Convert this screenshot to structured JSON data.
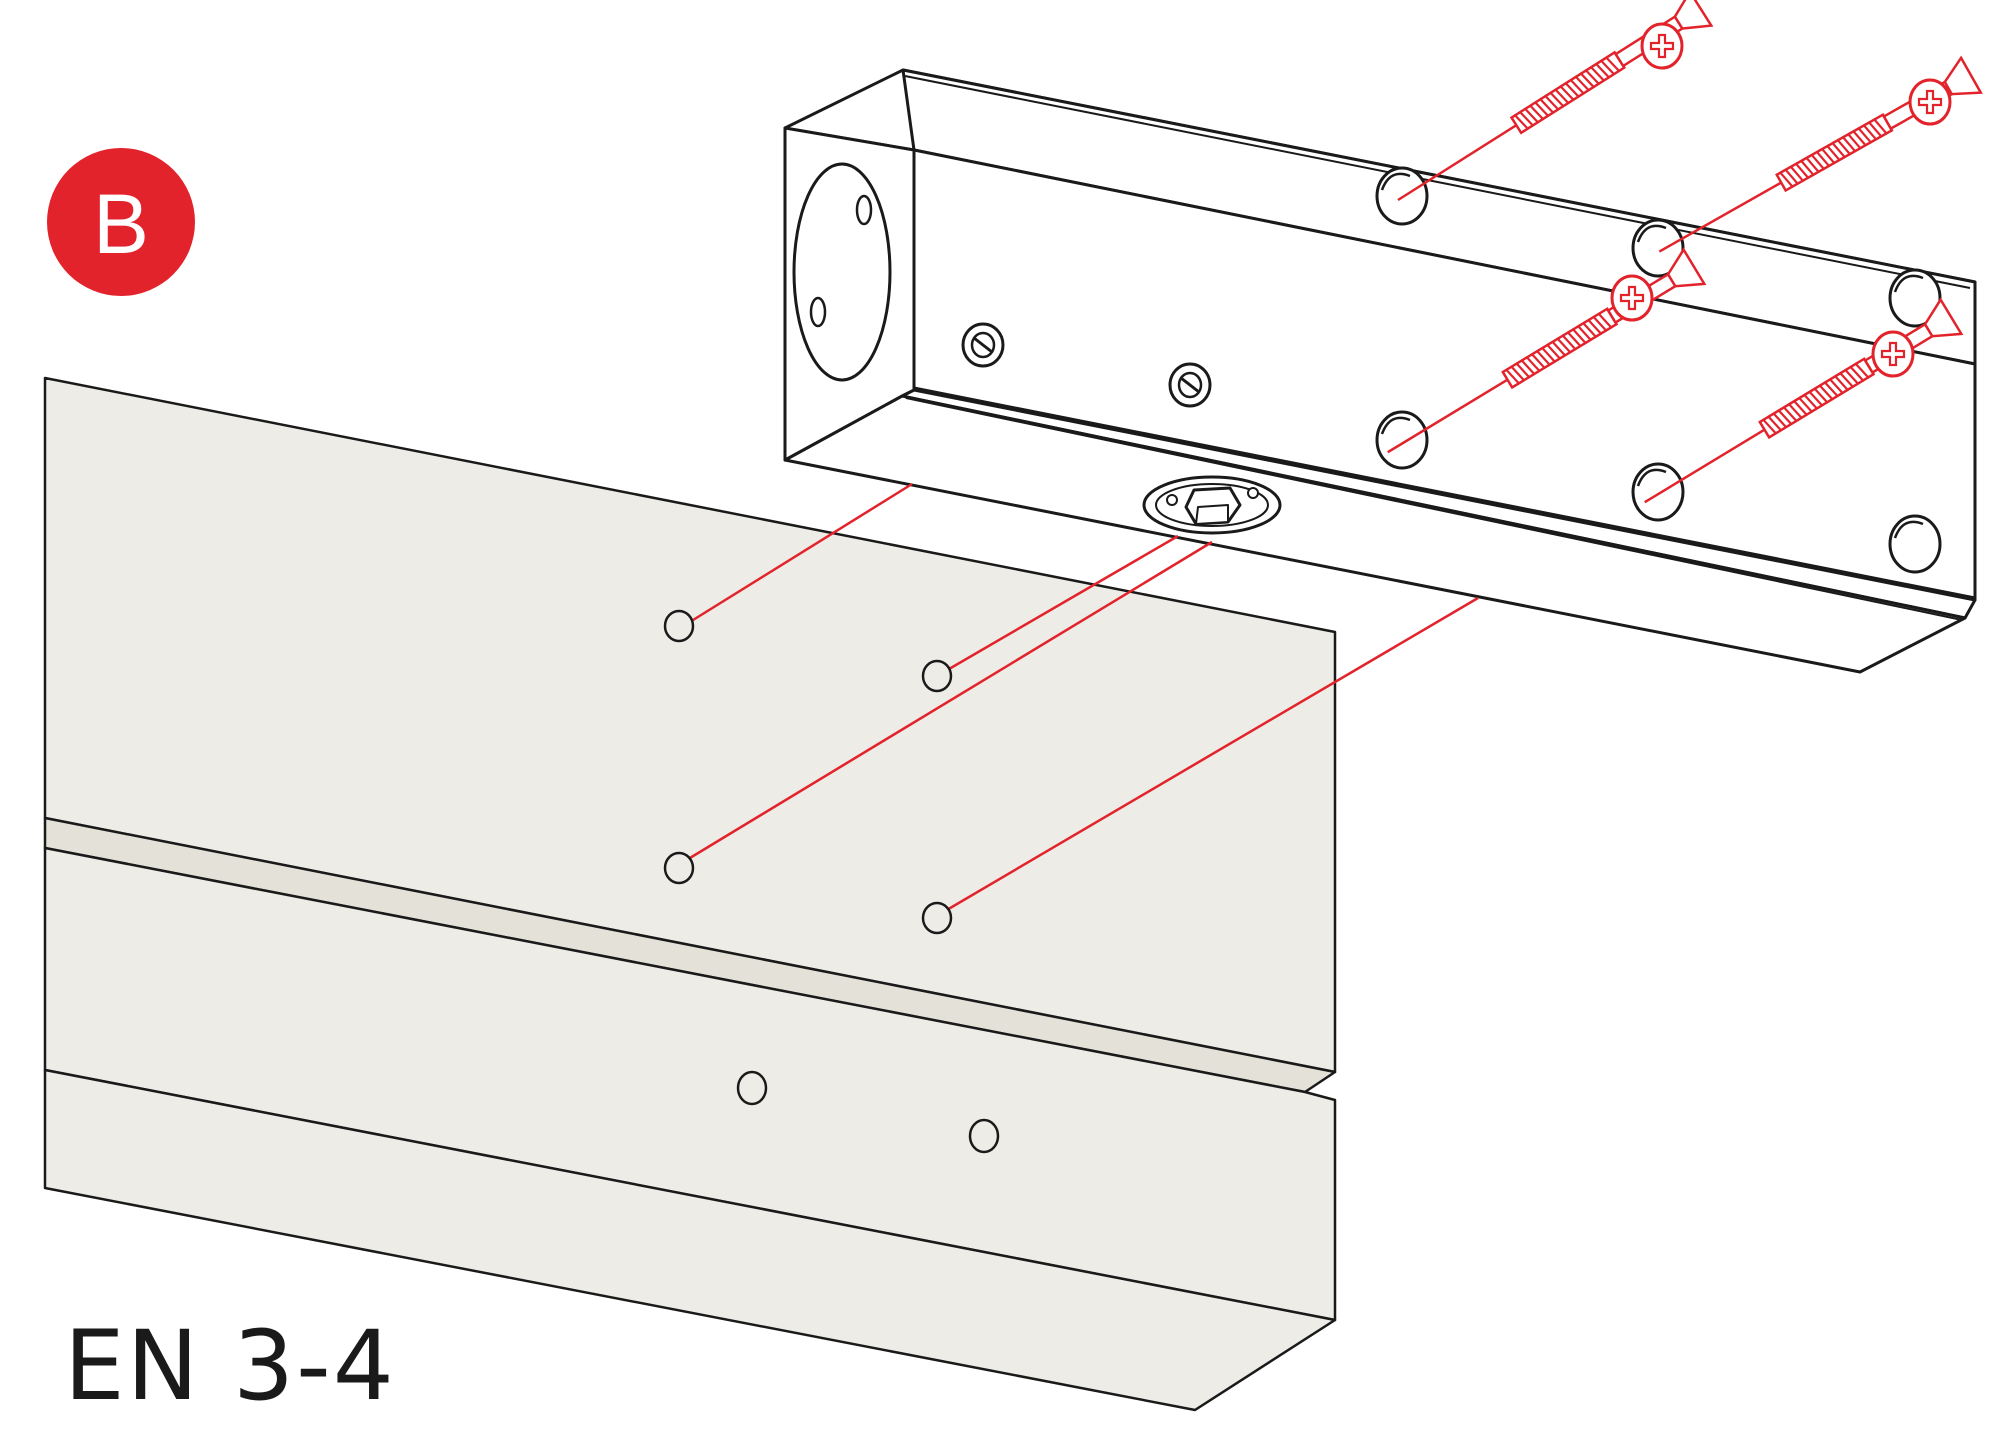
{
  "badge": {
    "letter": "B",
    "color": "#e3232b"
  },
  "label": {
    "text": "EN 3-4"
  },
  "colors": {
    "accent": "#e3232b",
    "outline": "#1a1a1a",
    "door_fill": "#eeece6",
    "closer_fill": "#ffffff"
  },
  "icons": {
    "screw": "phillips-screw-icon",
    "closer": "door-closer-body",
    "door": "door-frame-panel"
  }
}
